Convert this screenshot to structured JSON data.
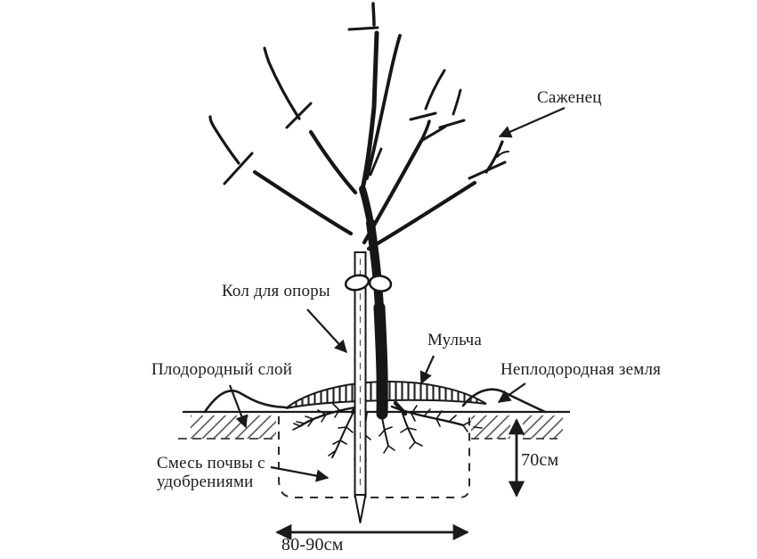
{
  "diagram": {
    "subject": "tree-sapling-planting-scheme",
    "labels": {
      "sapling": "Саженец",
      "stake": "Кол для опоры",
      "mulch": "Мульча",
      "fertile_layer": "Плодородный слой",
      "infertile_soil": "Неплодородная земля",
      "soil_mix_line1": "Смесь почвы с",
      "soil_mix_line2": "удобрениями",
      "pit_depth": "70см",
      "pit_width": "80-90см"
    },
    "colors": {
      "ink": "#1a1a1a",
      "background": "#ffffff",
      "hatch": "#4a4a4a"
    }
  }
}
